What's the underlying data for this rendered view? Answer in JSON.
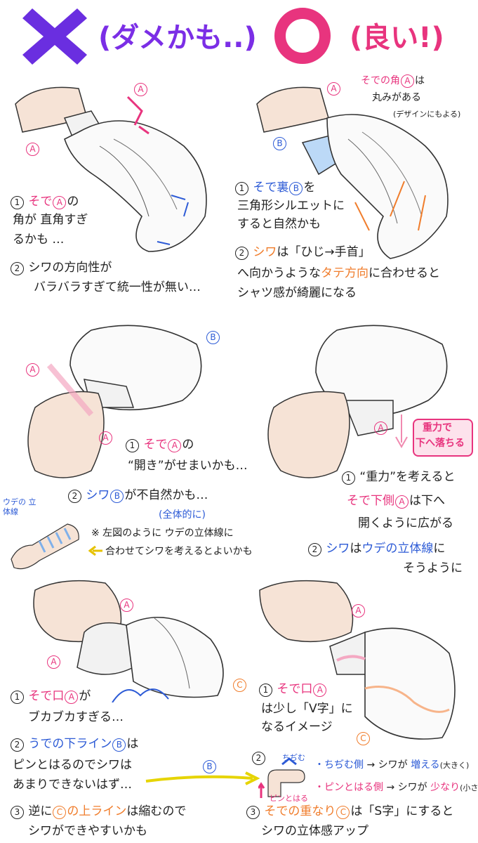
{
  "header": {
    "bad_title": "(ダメかも..)",
    "good_title": "(良い!)",
    "bad_color": "#7b2ee6",
    "good_color": "#e8347e"
  },
  "labels": {
    "A": "A",
    "B": "B",
    "C": "C"
  },
  "panel1_bad": {
    "n1": "1",
    "l1a": "そで",
    "l1b": "の",
    "l2": "角が 直角すぎ",
    "l3": "るかも …",
    "n2": "2",
    "l4": "シワの方向性が",
    "l5": "バラバラすぎて統一性が無い…"
  },
  "panel1_good": {
    "note1": "そでの角",
    "note1b": "は",
    "note2": "丸みがある",
    "note3": "(デザインにもよる)",
    "n1": "1",
    "l1": "そで裏",
    "l1b": "を",
    "l2": "三角形シルエットに",
    "l3": "すると自然かも",
    "n2": "2",
    "l4a": "シワ",
    "l4b": "は「ひじ→手首」",
    "l5a": "へ向かうような",
    "l5b": "タテ方向",
    "l5c": "に合わせると",
    "l6": "シャツ感が綺麗になる"
  },
  "panel2_bad": {
    "n1": "1",
    "l1a": "そで",
    "l1b": "の",
    "l2": "“開き”がせまいかも…",
    "n2": "2",
    "l3a": "シワ",
    "l3b": "が不自然かも…",
    "side_label": "ウデの 立体線",
    "note_head": "(全体的に)",
    "note1": "※ 左図のように ウデの立体線に",
    "note2": "合わせてシワを考えるとよいかも"
  },
  "panel2_good": {
    "tag1": "重力で",
    "tag2": "下へ落ちる",
    "n1": "1",
    "l1": "“重力”を考えると",
    "l2a": "そで下側",
    "l2b": "は下へ",
    "l3": "開くように広がる",
    "n2": "2",
    "l4a": "シワ",
    "l4b": "は",
    "l4c": "ウデの立体線",
    "l4d": "に",
    "l5": "そうように"
  },
  "panel3_bad": {
    "n1": "1",
    "l1a": "そで口",
    "l1b": "が",
    "l2": "ブカブカすぎる…",
    "n2": "2",
    "l3a": "うでの下ライン",
    "l3b": "は",
    "l4": "ピンとはるのでシワは",
    "l5": "あまりできないはず…",
    "n3": "3",
    "l6a": "逆に",
    "l6b": "の上ライン",
    "l6c": "は縮むので",
    "l7": "シワができやすいかも"
  },
  "panel3_good": {
    "n1": "1",
    "l1": "そで口",
    "l2": "は少し「V字」に",
    "l3": "なるイメージ",
    "n2": "2",
    "shrink": "ちぢむ",
    "stretch": "ピンとはる",
    "b1a": "・ちぢむ側",
    "b1b": "→ シワが",
    "b1c": "増える",
    "b1d": "(大きく)",
    "b2a": "・ピンとはる側",
    "b2b": "→ シワが",
    "b2c": "少なり",
    "b2d": "(小さく)",
    "n3": "3",
    "l4a": "そでの重なり",
    "l4b": "は「S字」にすると",
    "l5": "シワの立体感アップ"
  }
}
